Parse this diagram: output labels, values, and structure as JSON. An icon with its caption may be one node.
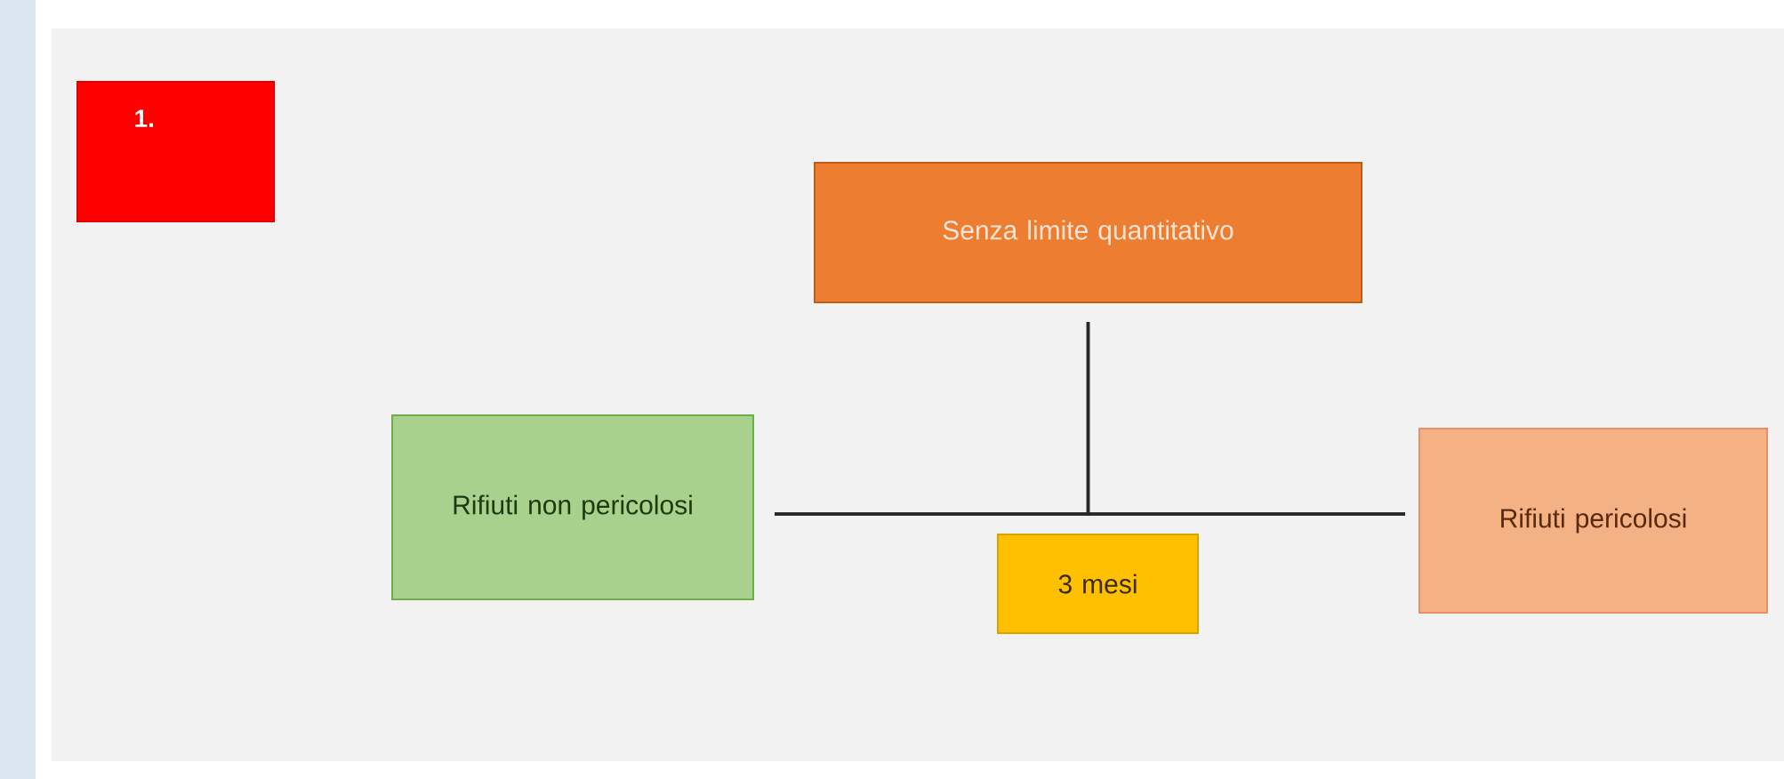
{
  "diagram": {
    "nodes": [
      {
        "text": [
          "1."
        ]
      },
      {
        "text": [
          "Senza limite quantitativo"
        ]
      },
      {
        "text": [
          "Rifiuti non pericolosi"
        ]
      },
      {
        "text": [
          "Rifiuti pericolosi"
        ]
      },
      {
        "text": [
          "3 mesi"
        ]
      }
    ],
    "edges": [
      {
        "from": 2,
        "to": 3,
        "arrow": "none"
      },
      {
        "from": 1,
        "to": 2,
        "arrow": "none"
      },
      {
        "from": 1,
        "to": 3,
        "arrow": "none"
      }
    ]
  }
}
